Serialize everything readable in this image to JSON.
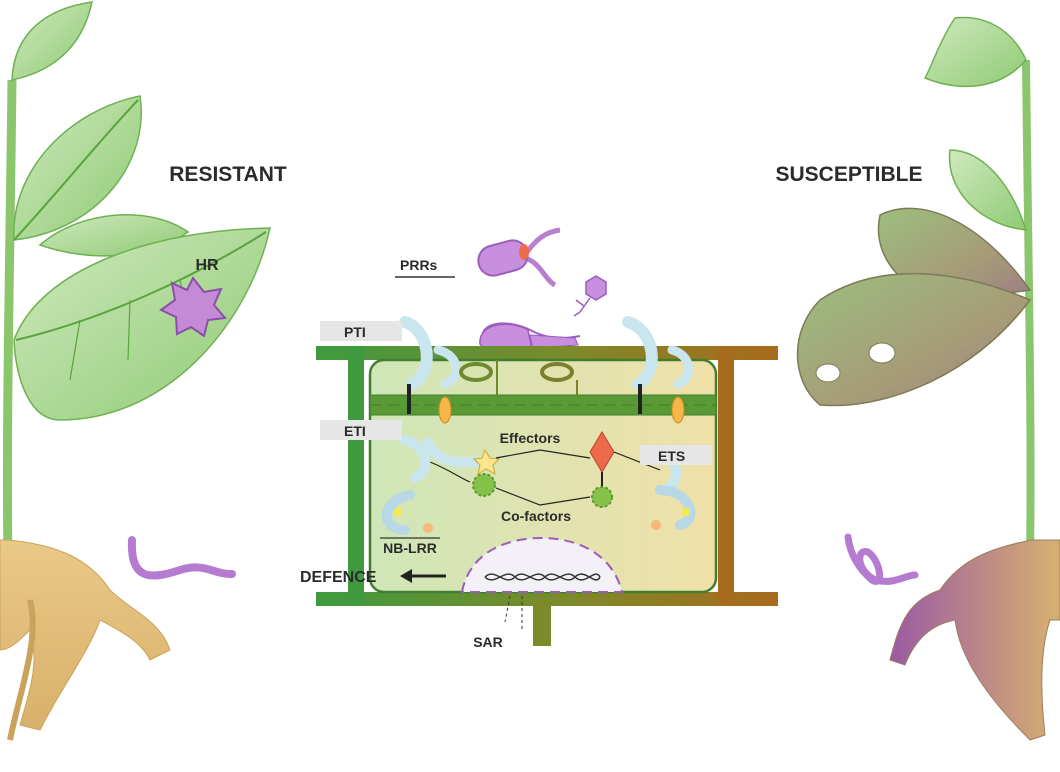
{
  "sides": {
    "left_title": "RESISTANT",
    "right_title": "SUSCEPTIBLE"
  },
  "labels": {
    "hr": "HR",
    "prrs": "PRRs",
    "pti": "PTI",
    "eti": "ETI",
    "effectors": "Effectors",
    "ets": "ETS",
    "cofactors": "Co-factors",
    "nblrr": "NB-LRR",
    "defence": "DEFENCE",
    "sar": "SAR"
  },
  "colors": {
    "leaf_healthy": "#a9d58f",
    "leaf_diseased": "#9e9a70",
    "cell_wall_green": "#3f9a3f",
    "cell_wall_brown": "#a86a1c",
    "pathogen_purple": "#b87fd1",
    "receptor_blue": "#c9e6ef",
    "effector_red": "#ee6a4c",
    "cofactor_green": "#86c24a",
    "root_tan": "#e6c17a"
  },
  "icons": [
    "hr-star-icon",
    "bacterium-icon",
    "virus-icon",
    "fungus-icon",
    "nematode-icon",
    "dna-icon",
    "arrow-left-icon"
  ]
}
